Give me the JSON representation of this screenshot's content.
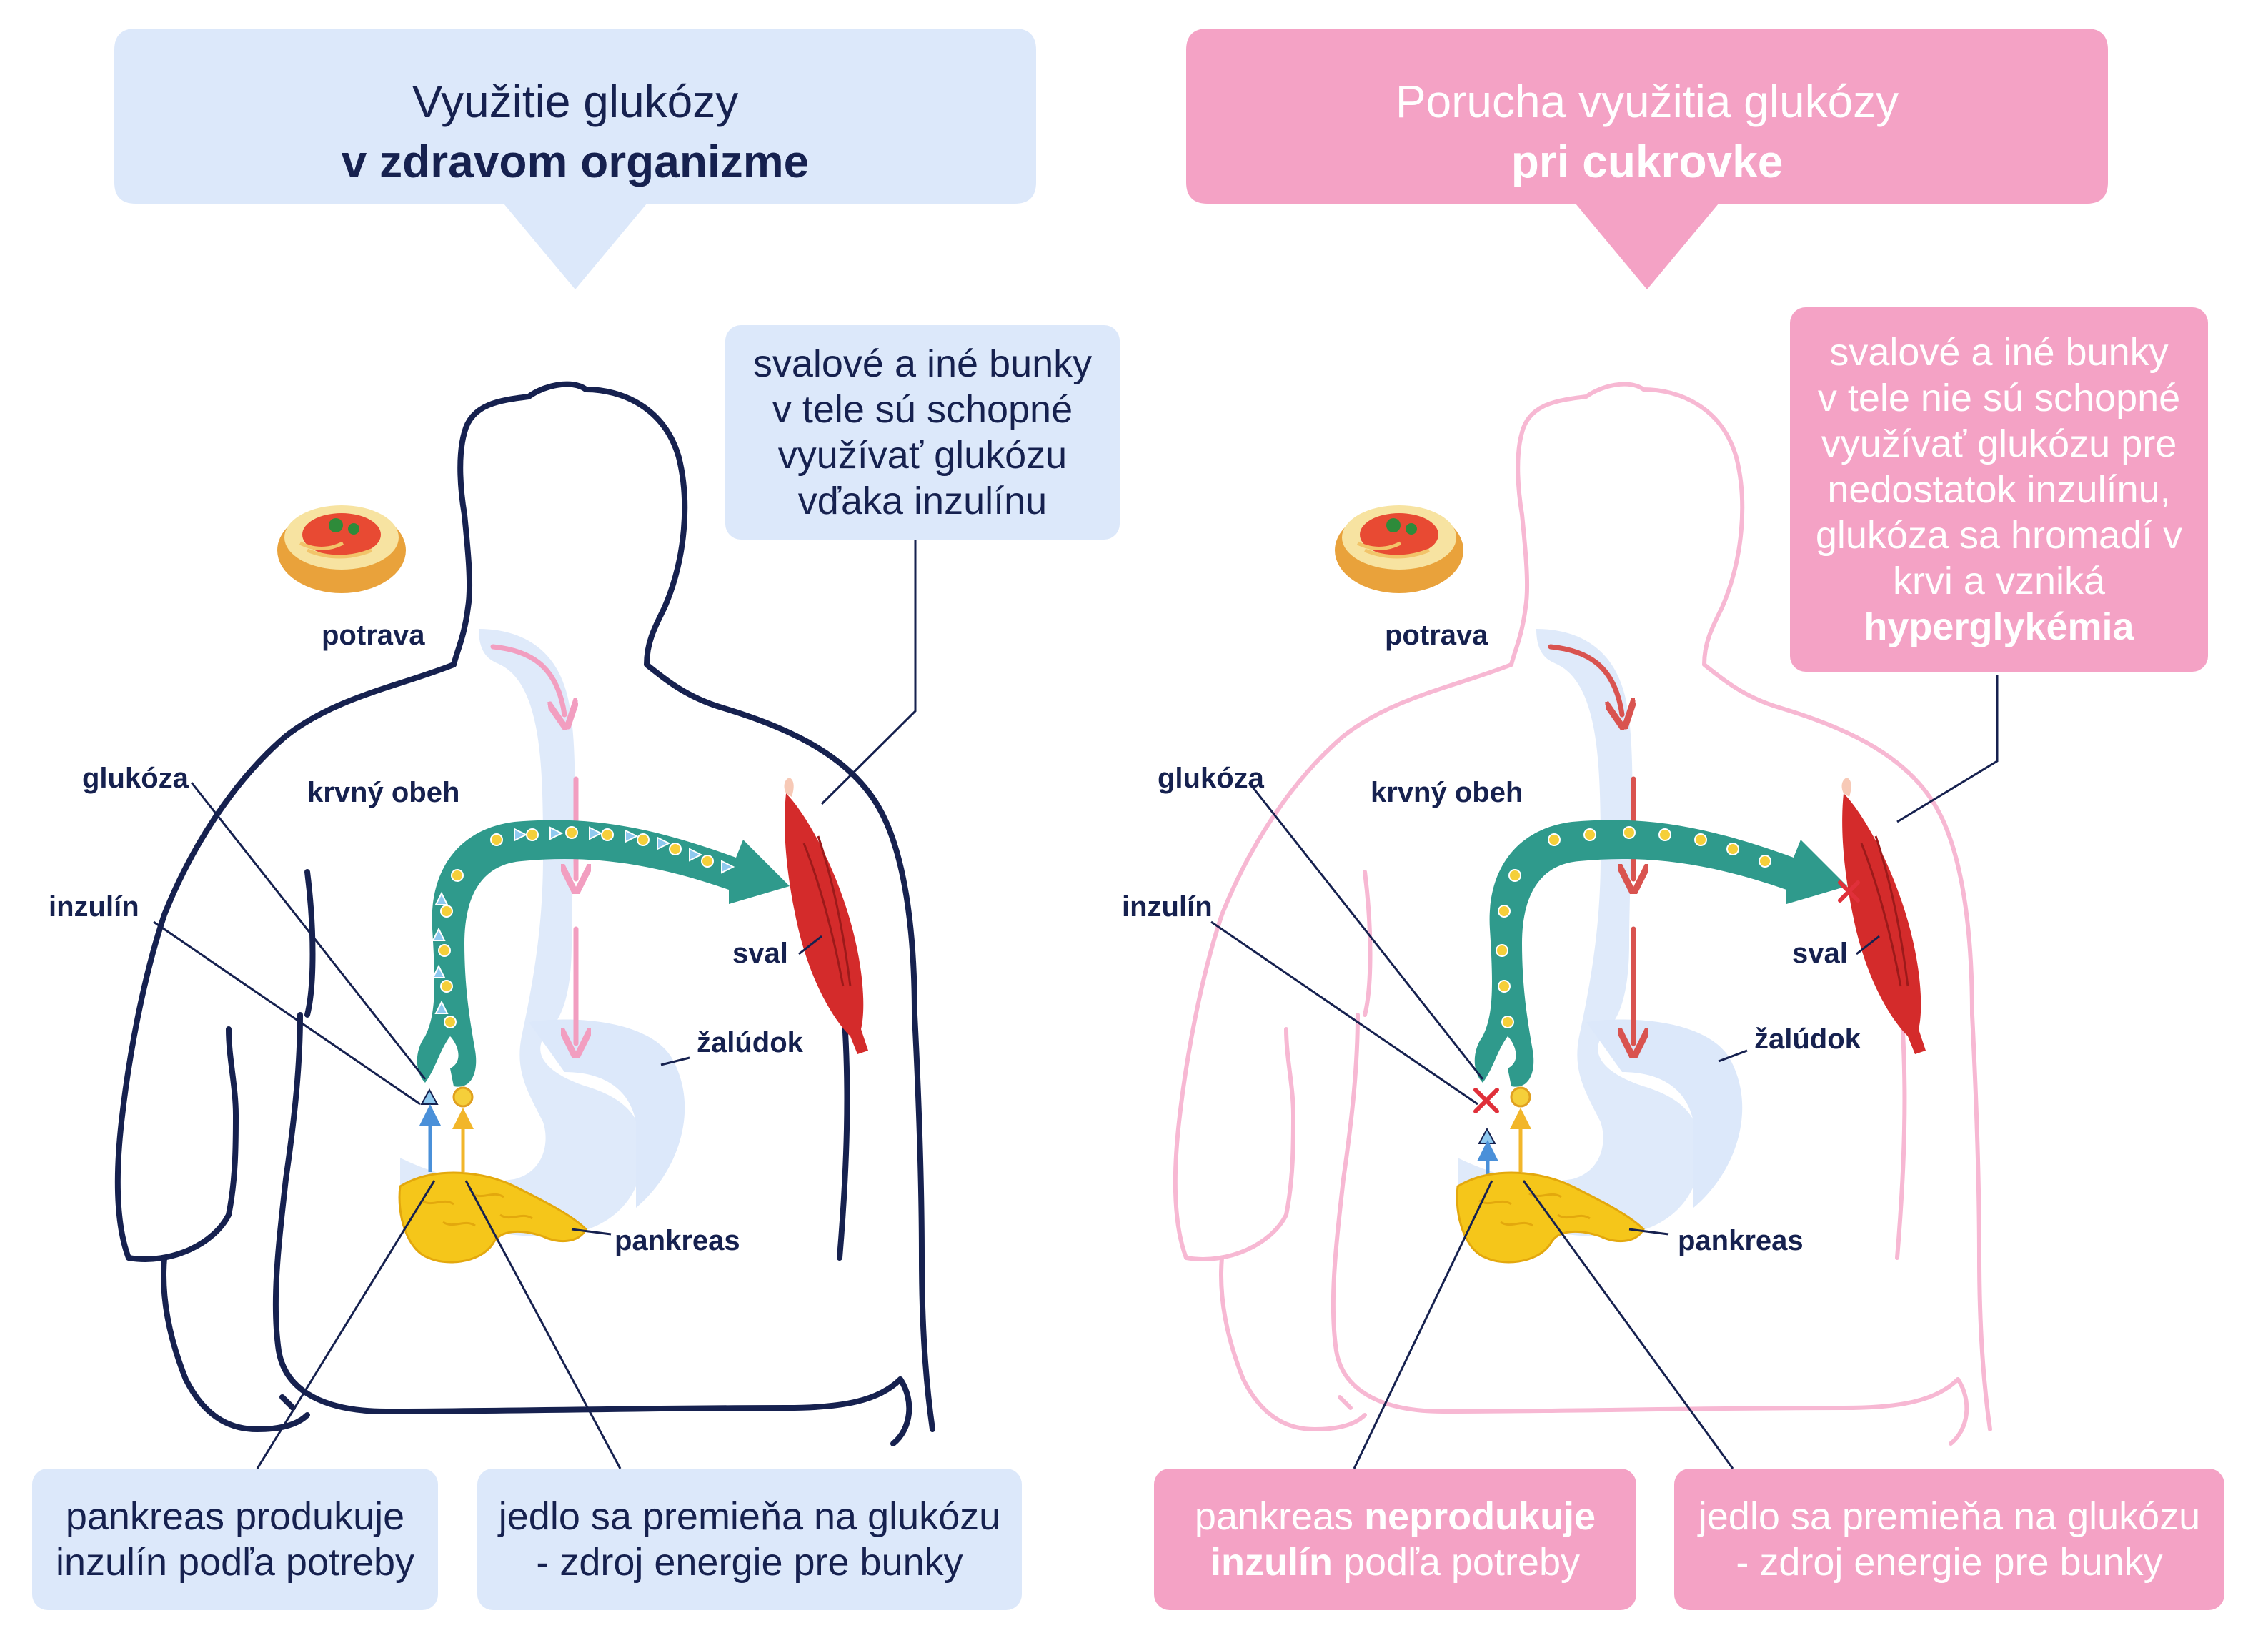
{
  "left": {
    "banner": {
      "line1": "Využitie glukózy",
      "line2": "v zdravom organizme"
    },
    "cells_box": [
      "svalové a iné bunky",
      "v tele sú schopné",
      "využívať glukózu",
      "vďaka inzulínu"
    ],
    "pancreas_box": [
      "pankreas produkuje",
      "inzulín podľa potreby"
    ],
    "food_box": [
      "jedlo sa premieňa na glukózu",
      "- zdroj energie pre bunky"
    ],
    "labels": {
      "potrava": "potrava",
      "glukoza": "glukóza",
      "krvny_obeh": "krvný obeh",
      "inzulin": "inzulín",
      "sval": "sval",
      "zaludok": "žalúdok",
      "pankreas": "pankreas"
    }
  },
  "right": {
    "banner": {
      "line1": "Porucha využitia glukózy",
      "line2": "pri cukrovke"
    },
    "cells_box": [
      "svalové a iné bunky",
      "v tele nie sú schopné",
      "využívať glukózu pre",
      "nedostatok inzulínu,",
      "glukóza sa hromadí v",
      "krvi a vzniká",
      "hyperglykémia"
    ],
    "pancreas_box": {
      "part1": "pankreas ",
      "bold1": "neprodukuje",
      "bold2": "inzulín",
      "part2": " podľa potreby"
    },
    "food_box": [
      "jedlo sa premieňa na glukózu",
      "- zdroj energie pre bunky"
    ],
    "labels": {
      "potrava": "potrava",
      "glukoza": "glukóza",
      "krvny_obeh": "krvný obeh",
      "inzulin": "inzulín",
      "sval": "sval",
      "zaludok": "žalúdok",
      "pankreas": "pankreas"
    }
  },
  "colors": {
    "navy": "#16214f",
    "light_blue": "#dce8fa",
    "pink": "#f4a2c5",
    "teal": "#2f9a8c",
    "yellow": "#f5cf3a",
    "muscle_red": "#d42b2b",
    "cross_red": "#e0303a"
  }
}
